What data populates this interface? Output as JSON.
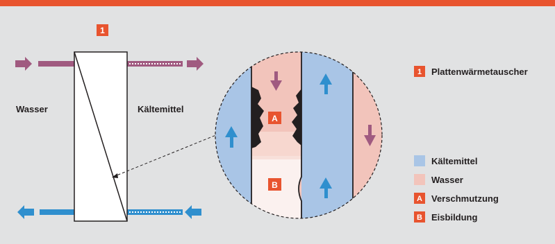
{
  "colors": {
    "accent": "#e8542f",
    "background": "#e1e2e3",
    "water": "#f2c4bb",
    "water_arrow": "#a05a80",
    "refrigerant": "#a9c5e6",
    "refrigerant_arrow": "#2f8fce",
    "fouling": "#231f20",
    "ice": "#fbf1ef"
  },
  "markers": {
    "one": "1",
    "a": "A",
    "b": "B"
  },
  "labels": {
    "left_fluid": "Wasser",
    "right_fluid": "Kältemittel"
  },
  "legend": {
    "heat_exchanger": {
      "marker": "1",
      "text": "Plattenwärmetauscher"
    },
    "refrigerant": {
      "text": "Kältemittel"
    },
    "water": {
      "text": "Wasser"
    },
    "fouling": {
      "marker": "A",
      "text": "Verschmutzung"
    },
    "icing": {
      "marker": "B",
      "text": "Eisbildung"
    }
  }
}
